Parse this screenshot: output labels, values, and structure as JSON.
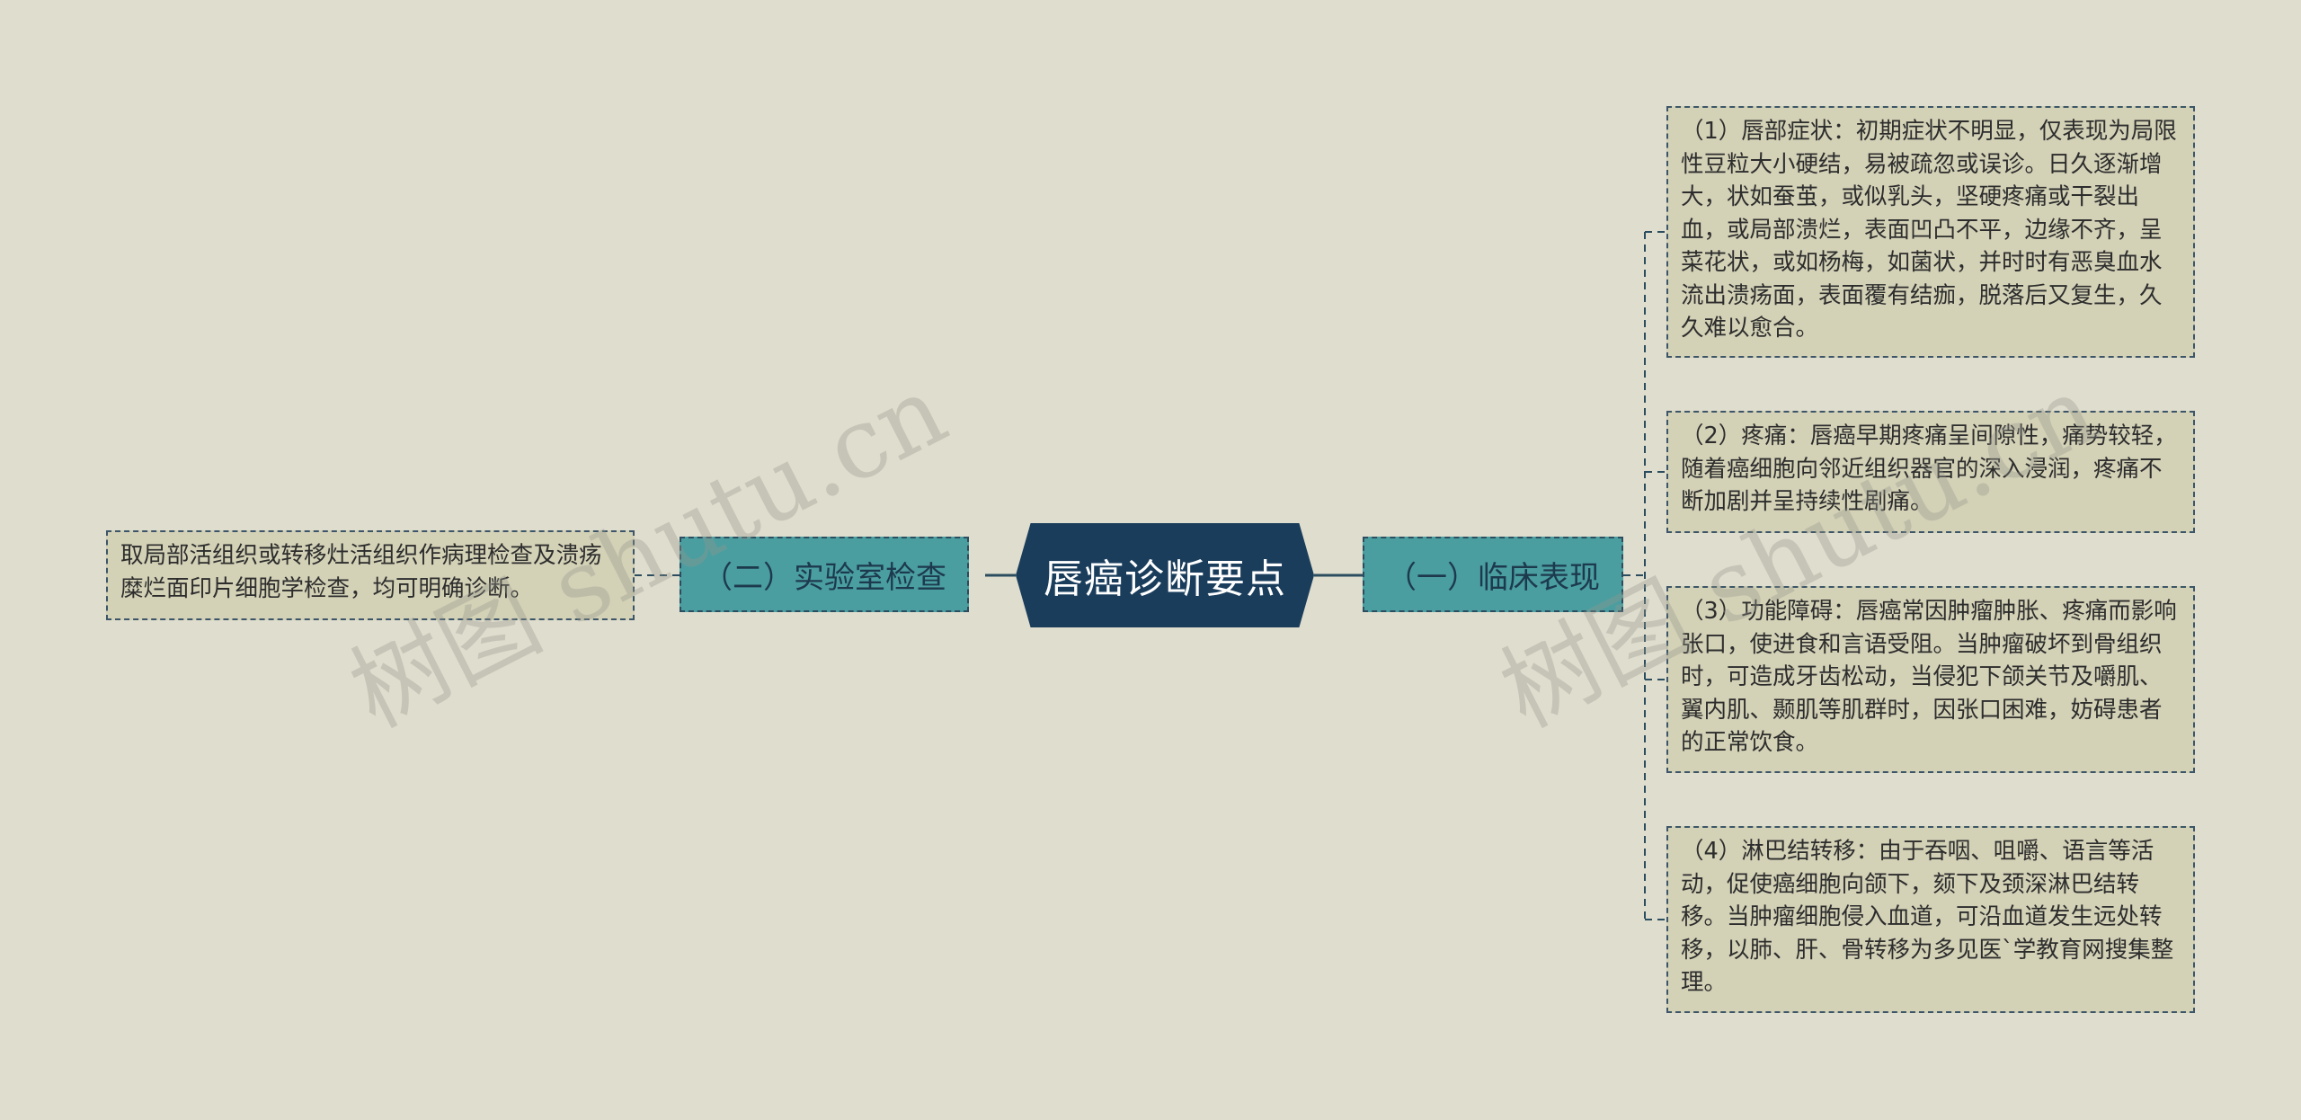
{
  "mindmap": {
    "root": "唇癌诊断要点",
    "left_branch": {
      "label": "（二）实验室检查",
      "leaves": [
        "取局部活组织或转移灶活组织作病理检查及溃疡糜烂面印片细胞学检查，均可明确诊断。"
      ]
    },
    "right_branch": {
      "label": "（一）临床表现",
      "leaves": [
        "（1）唇部症状：初期症状不明显，仅表现为局限性豆粒大小硬结，易被疏忽或误诊。日久逐渐增大，状如蚕茧，或似乳头，坚硬疼痛或干裂出血，或局部溃烂，表面凹凸不平，边缘不齐，呈菜花状，或如杨梅，如菌状，并时时有恶臭血水流出溃疡面，表面覆有结痂，脱落后又复生，久久难以愈合。",
        "（2）疼痛：唇癌早期疼痛呈间隙性，痛势较轻，随着癌细胞向邻近组织器官的深入浸润，疼痛不断加剧并呈持续性剧痛。",
        "（3）功能障碍：唇癌常因肿瘤肿胀、疼痛而影响张口，使进食和言语受阻。当肿瘤破坏到骨组织时，可造成牙齿松动，当侵犯下颌关节及嚼肌、翼内肌、颞肌等肌群时，因张口困难，妨碍患者的正常饮食。",
        "（4）淋巴结转移：由于吞咽、咀嚼、语言等活动，促使癌细胞向颌下，颏下及颈深淋巴结转移。当肿瘤细胞侵入血道，可沿血道发生远处转移，以肺、肝、骨转移为多见医`学教育网搜集整理。"
      ]
    }
  },
  "watermark": [
    "树图 shutu.cn",
    "树图 shutu.cn"
  ],
  "colors": {
    "background": "#dfddcd",
    "root_fill": "#1a3d5c",
    "branch_fill": "#4a9ea0",
    "leaf_fill": "#d3d1b6",
    "connector": "#2b4d5f"
  }
}
